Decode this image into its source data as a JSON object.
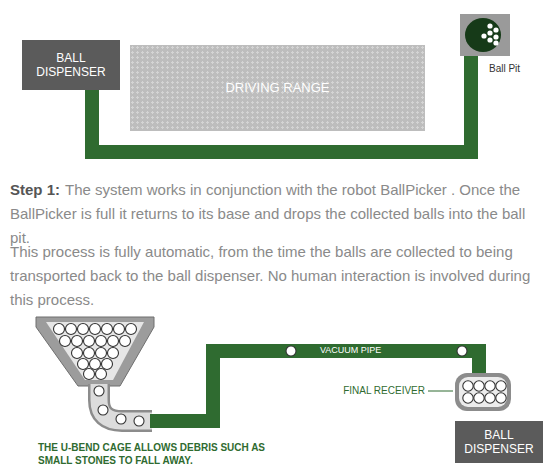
{
  "diagram": {
    "nodes": [
      {
        "text": [
          "BALL DISPENSER"
        ]
      },
      {
        "text": [
          "DRIVING RANGE"
        ]
      },
      {
        "text": [
          "Ball Pit"
        ]
      },
      {
        "text": [
          "FINAL RECEIVER"
        ]
      },
      {
        "text": [
          "BALL DISPENSER"
        ]
      }
    ],
    "edges": [
      {
        "from": 2,
        "to": 0,
        "arrow": "none"
      }
    ],
    "labels": [
      "Step 1:",
      "The system works in conjunction with the robot BallPicker . Once the BallPicker is full it returns to its base and drops the collected balls into the ball pit.",
      "This process is fully automatic, from the time the balls are collected to being transported back to the ball dispenser. No human interaction is involved during this process.",
      "VACUUM PIPE",
      "THE U-BEND CAGE ALLOWS DEBRIS SUCH AS SMALL STONES TO FALL AWAY."
    ]
  }
}
